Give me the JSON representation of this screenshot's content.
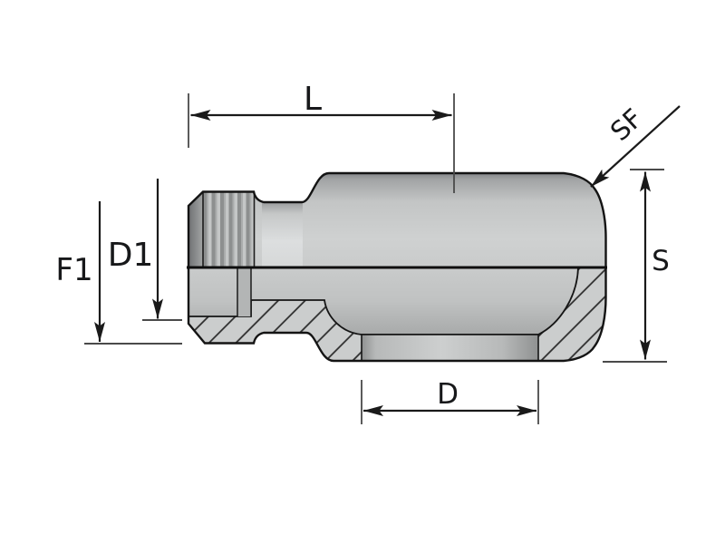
{
  "drawing": {
    "dimensions": {
      "L": {
        "label": "L"
      },
      "SF": {
        "label": "SF"
      },
      "F1": {
        "label": "F1"
      },
      "D1": {
        "label": "D1"
      },
      "S": {
        "label": "S"
      },
      "D": {
        "label": "D"
      }
    },
    "colors": {
      "background": "#ffffff",
      "outline": "#141414",
      "metal_light": "#cdcfcf",
      "metal_mid": "#b8baba",
      "metal_dark": "#8d8f8f",
      "hatch_line": "#2b2b2b",
      "dimension_line": "#1a1a1a",
      "extension_line": "#4a4a4a",
      "label_text": "#17181a"
    }
  }
}
